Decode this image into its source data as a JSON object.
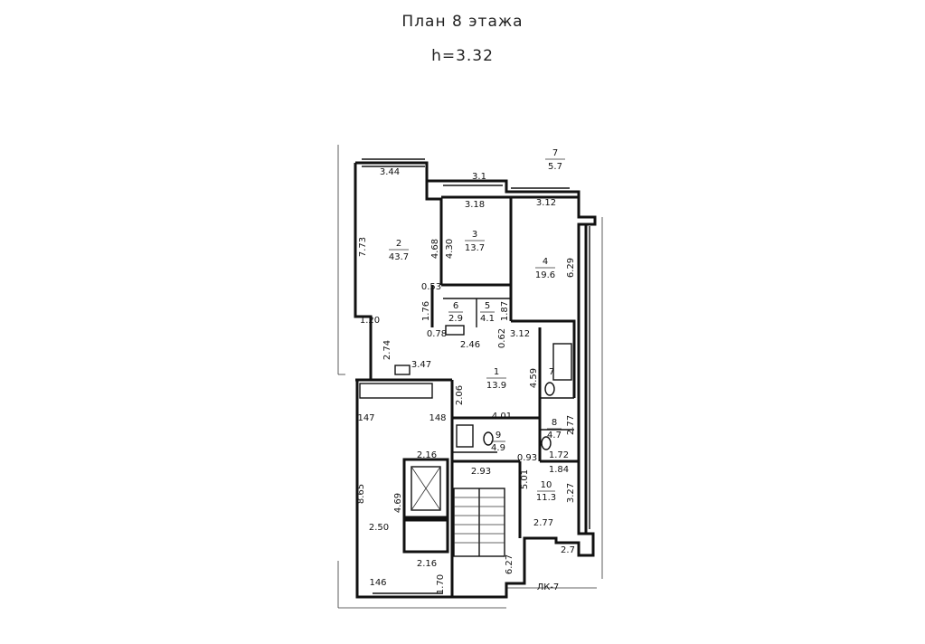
{
  "header": {
    "title": "План 8 этажа",
    "height": "h=3.32"
  },
  "rooms": [
    {
      "number": "2",
      "area": "43.7"
    },
    {
      "number": "3",
      "area": "13.7"
    },
    {
      "number": "4",
      "area": "19.6"
    },
    {
      "number": "6",
      "area": "2.9"
    },
    {
      "number": "5",
      "area": "4.1"
    },
    {
      "number": "1",
      "area": "13.9"
    },
    {
      "number": "7",
      "area": ""
    },
    {
      "number": "8",
      "area": "4.7"
    },
    {
      "number": "9",
      "area": "4.9"
    },
    {
      "number": "10",
      "area": "11.3"
    },
    {
      "number": "7",
      "area": "5.7"
    }
  ],
  "dimensions": [
    "3.44",
    "3.1",
    "3.18",
    "3.12",
    "7.73",
    "4.68",
    "4.30",
    "6.29",
    "0.53",
    "1.76",
    "1.87",
    "1.20",
    "0.78",
    "2.46",
    "0.62",
    "3.12",
    "2.74",
    "3.47",
    "4.59",
    "2.06",
    "147",
    "148",
    "4.01",
    "2.77",
    "0.93",
    "1.72",
    "1.84",
    "2.16",
    "2.93",
    "5.01",
    "3.27",
    "8.65",
    "4.69",
    "2.50",
    "2.77",
    "2.7",
    "2.16",
    "6.27",
    "146",
    "1.70"
  ],
  "labels": {
    "lk": "ЛК-7"
  }
}
